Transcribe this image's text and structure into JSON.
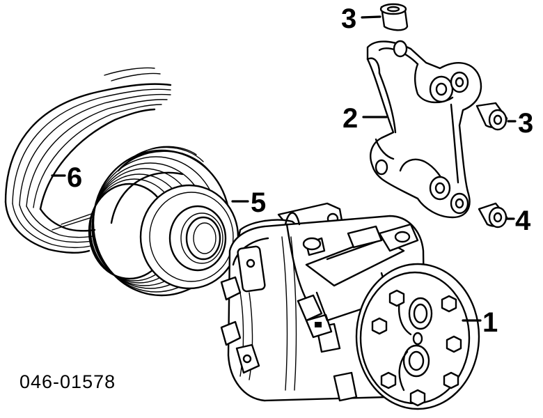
{
  "diagram": {
    "part_number": "046-01578",
    "callouts": [
      {
        "id": "c1",
        "label": "1",
        "part": "compressor"
      },
      {
        "id": "c2",
        "label": "2",
        "part": "mounting-bracket"
      },
      {
        "id": "c3a",
        "label": "3",
        "part": "bushing-top"
      },
      {
        "id": "c3b",
        "label": "3",
        "part": "bushing-right"
      },
      {
        "id": "c4",
        "label": "4",
        "part": "bushing-lower"
      },
      {
        "id": "c5",
        "label": "5",
        "part": "pulley-clutch"
      },
      {
        "id": "c6",
        "label": "6",
        "part": "drive-belt"
      }
    ]
  }
}
